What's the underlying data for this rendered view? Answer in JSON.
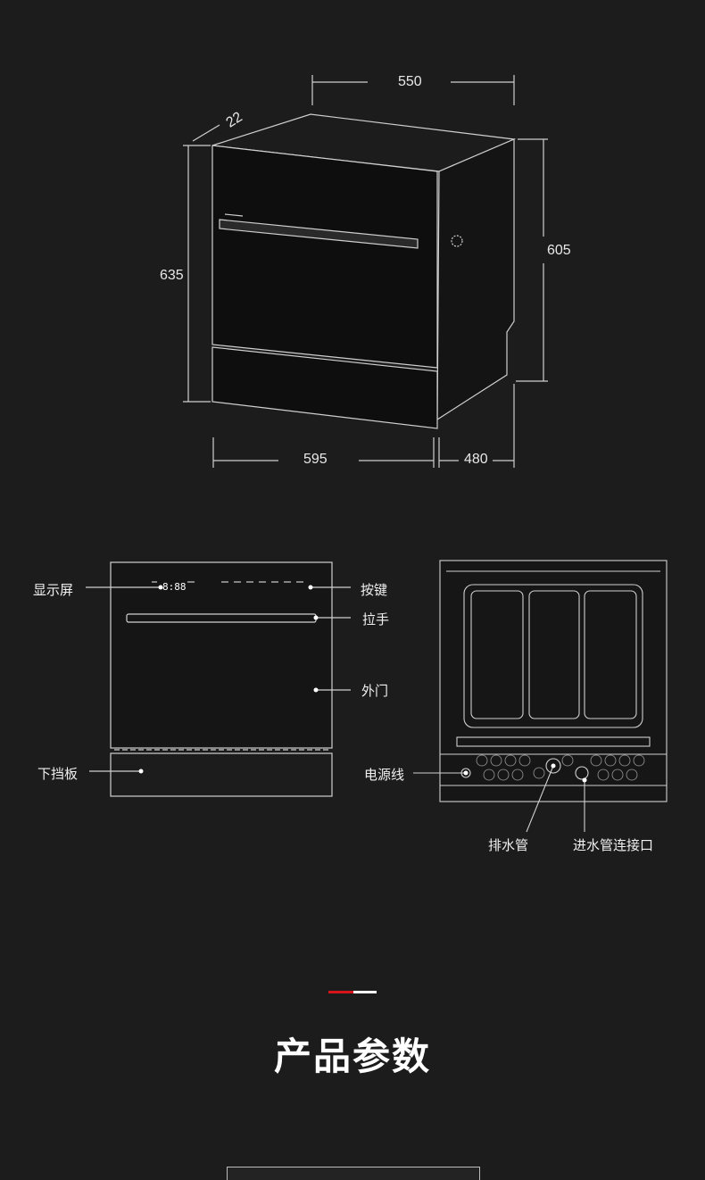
{
  "dimensions": {
    "width_top": "550",
    "depth_small": "22",
    "height_total": "635",
    "height_body": "605",
    "width_front": "595",
    "depth": "480"
  },
  "front_labels": {
    "display": "显示屏",
    "buttons": "按键",
    "handle": "拉手",
    "outer_door": "外门",
    "kick_plate": "下挡板"
  },
  "back_labels": {
    "power_cord": "电源线",
    "drain_pipe": "排水管",
    "inlet_connection": "进水管连接口"
  },
  "display_readout": "8:88",
  "section_title": "产品参数",
  "colors": {
    "background": "#1c1c1d",
    "accent_red": "#d8141b",
    "line": "#d0d0d0"
  }
}
